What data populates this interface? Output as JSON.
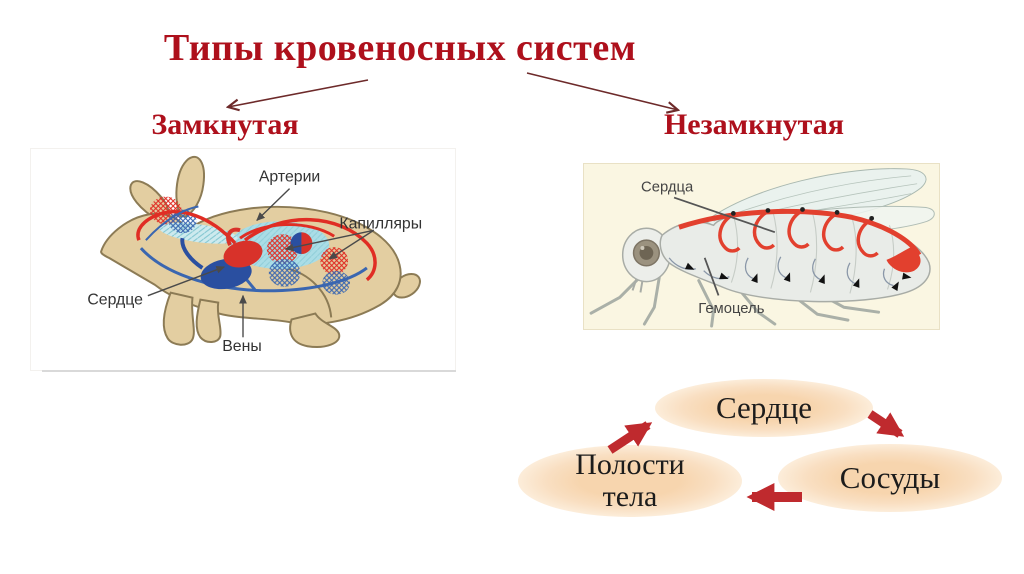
{
  "title": "Типы кровеносных систем",
  "left_panel": {
    "heading": "Замкнутая",
    "figure_subject": "rabbit-closed-circulatory-system",
    "labels": {
      "arteries": "Артерии",
      "capillaries": "Капилляры",
      "heart": "Сердце",
      "veins": "Вены"
    }
  },
  "right_panel": {
    "heading": "Незамкнутая",
    "figure_subject": "insect-open-circulatory-system",
    "labels": {
      "hearts": "Сердца",
      "hemocoel": "Гемоцель"
    }
  },
  "cycle_diagram": {
    "nodes": [
      {
        "label": "Сердце"
      },
      {
        "label": "Сосуды"
      },
      {
        "label": "Полости тела",
        "lines": [
          "Полости",
          "тела"
        ]
      }
    ],
    "arrows": [
      "Сердце→Сосуды",
      "Сосуды→Полости тела",
      "Полости тела→Сердце"
    ]
  },
  "colors": {
    "title_red": "#ae101c",
    "pointer_line": "#6d2a2a",
    "cycle_arrow_red": "#bf2a2e",
    "ellipse_peach": "#f7d5ae",
    "rabbit_body_tan": "#e3cea1",
    "artery_red": "#e02d24",
    "vein_blue": "#3a66b0",
    "lung_cyan": "#aadde6",
    "insect_panel_cream": "#faf6e2",
    "insect_vessel_red": "#e2402e"
  }
}
